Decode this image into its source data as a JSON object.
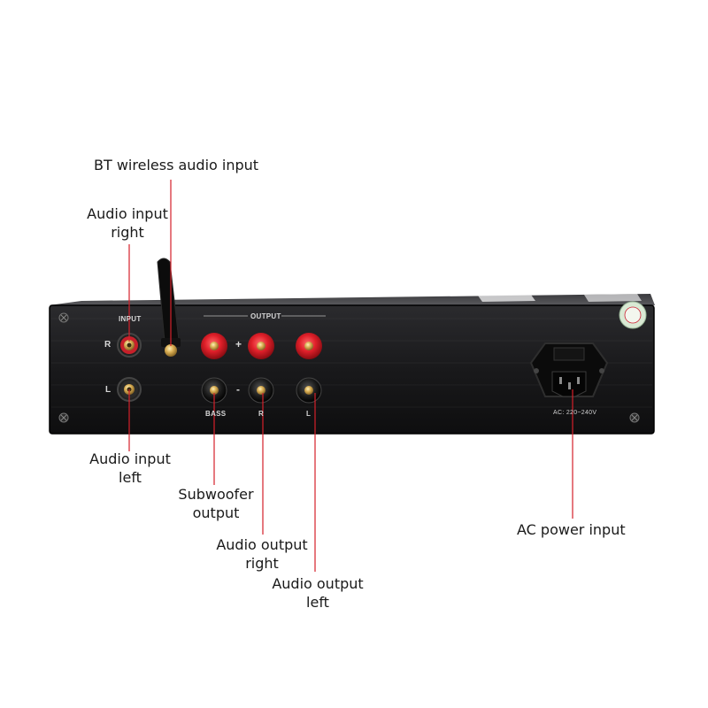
{
  "device": {
    "panel": {
      "input_label": "INPUT",
      "output_label": "OUTPUT",
      "channel_r": "R",
      "channel_l": "L",
      "plus_sign": "+",
      "minus_sign": "-",
      "bass_label": "BASS",
      "out_r": "R",
      "out_l": "L",
      "ac_label": "AC: 220~240V"
    },
    "colors": {
      "chassis": "#1c1c1e",
      "binding_post": "#e0202a",
      "gold": "#c9a24a",
      "callout_line": "#d4202a"
    }
  },
  "callouts": {
    "bt_input": "BT wireless audio input",
    "audio_in_right": [
      "Audio input",
      "right"
    ],
    "audio_in_left": [
      "Audio input",
      "left"
    ],
    "subwoofer": [
      "Subwoofer",
      "output"
    ],
    "audio_out_right": [
      "Audio output",
      "right"
    ],
    "audio_out_left": [
      "Audio output",
      "left"
    ],
    "ac_power": "AC power input"
  }
}
